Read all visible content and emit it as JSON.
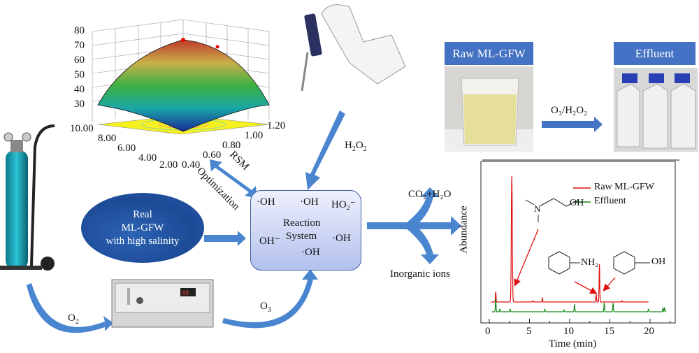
{
  "rsm_plot": {
    "z_ticks": [
      "80",
      "70",
      "60",
      "50",
      "40",
      "30"
    ],
    "x_ticks": [
      "10.00",
      "8.00",
      "6.00",
      "4.00",
      "2.00"
    ],
    "y_ticks": [
      "0.40",
      "0.60",
      "0.80",
      "1.00",
      "1.20"
    ]
  },
  "labels": {
    "rsm": "RSM",
    "optimization": "Optimization",
    "h2o2": "H",
    "h2o2_sub": "2",
    "h2o2_o": "O",
    "h2o2_sub2": "2",
    "o2": "O",
    "o2_sub": "2",
    "o3": "O",
    "o3_sub": "3",
    "feed_line1": "Real",
    "feed_line2": "ML-GFW",
    "feed_line3": "with high salinity",
    "co2_h2o": "CO₂+H₂O",
    "inorganic_ions": "Inorganic ions",
    "process_arrow": "O₃/H₂O₂"
  },
  "reaction_system": {
    "title_line1": "Reaction",
    "title_line2": "System",
    "species": [
      "·OH",
      "·OH",
      "HO₂⁻",
      "OH⁻",
      "·OH",
      "·OH"
    ]
  },
  "photos": {
    "raw_label": "Raw ML-GFW",
    "effluent_label": "Effluent"
  },
  "chart_data": {
    "type": "line",
    "xlabel": "Time (min)",
    "ylabel": "Abundance",
    "xlim": [
      -0.5,
      23
    ],
    "x_ticks": [
      "0",
      "5",
      "10",
      "15",
      "20"
    ],
    "legend": "top-right",
    "series": [
      {
        "name": "Raw ML-GFW",
        "color": "#e01010",
        "x_range": [
          0.2,
          19.8
        ],
        "peaks": [
          [
            0.8,
            0.08
          ],
          [
            2.8,
            1.0
          ],
          [
            5.4,
            0.01
          ],
          [
            6.6,
            0.03
          ],
          [
            13.3,
            0.06
          ],
          [
            13.7,
            0.3
          ],
          [
            16.5,
            0.01
          ]
        ]
      },
      {
        "name": "Effluent",
        "color": "#1a8a1a",
        "x_range": [
          0.3,
          22.0
        ],
        "peaks": [
          [
            0.8,
            0.1
          ],
          [
            1.3,
            0.02
          ],
          [
            2.6,
            0.02
          ],
          [
            6.9,
            0.02
          ],
          [
            9.3,
            0.015
          ],
          [
            10.6,
            0.06
          ],
          [
            14.3,
            0.07
          ],
          [
            15.4,
            0.07
          ],
          [
            19.8,
            0.02
          ],
          [
            21.6,
            0.03
          ],
          [
            21.8,
            0.03
          ]
        ]
      }
    ],
    "annotations": [
      "OH",
      "N",
      "NH₂",
      "OH"
    ]
  }
}
